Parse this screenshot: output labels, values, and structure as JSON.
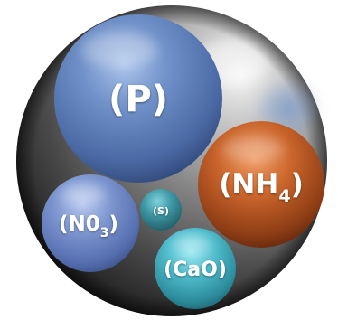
{
  "colors": {
    "outer_sphere": "#4a4a4a",
    "phosphorus": "#5b7db5",
    "ammonium": "#c25f2a",
    "nitrate": "#6f88c4",
    "sulfur": "#3e97a3",
    "calcium_oxide": "#46b3c4",
    "label_text": "#ffffff"
  },
  "spheres": {
    "phosphorus": {
      "label": "(P)"
    },
    "ammonium": {
      "label_main": "(NH",
      "label_sub": "4",
      "label_end": ")"
    },
    "nitrate": {
      "label_main": "(N0",
      "label_sub": "3",
      "label_end": ")"
    },
    "sulfur": {
      "label": "(S)"
    },
    "calcium_oxide": {
      "label": "(CaO)"
    }
  }
}
